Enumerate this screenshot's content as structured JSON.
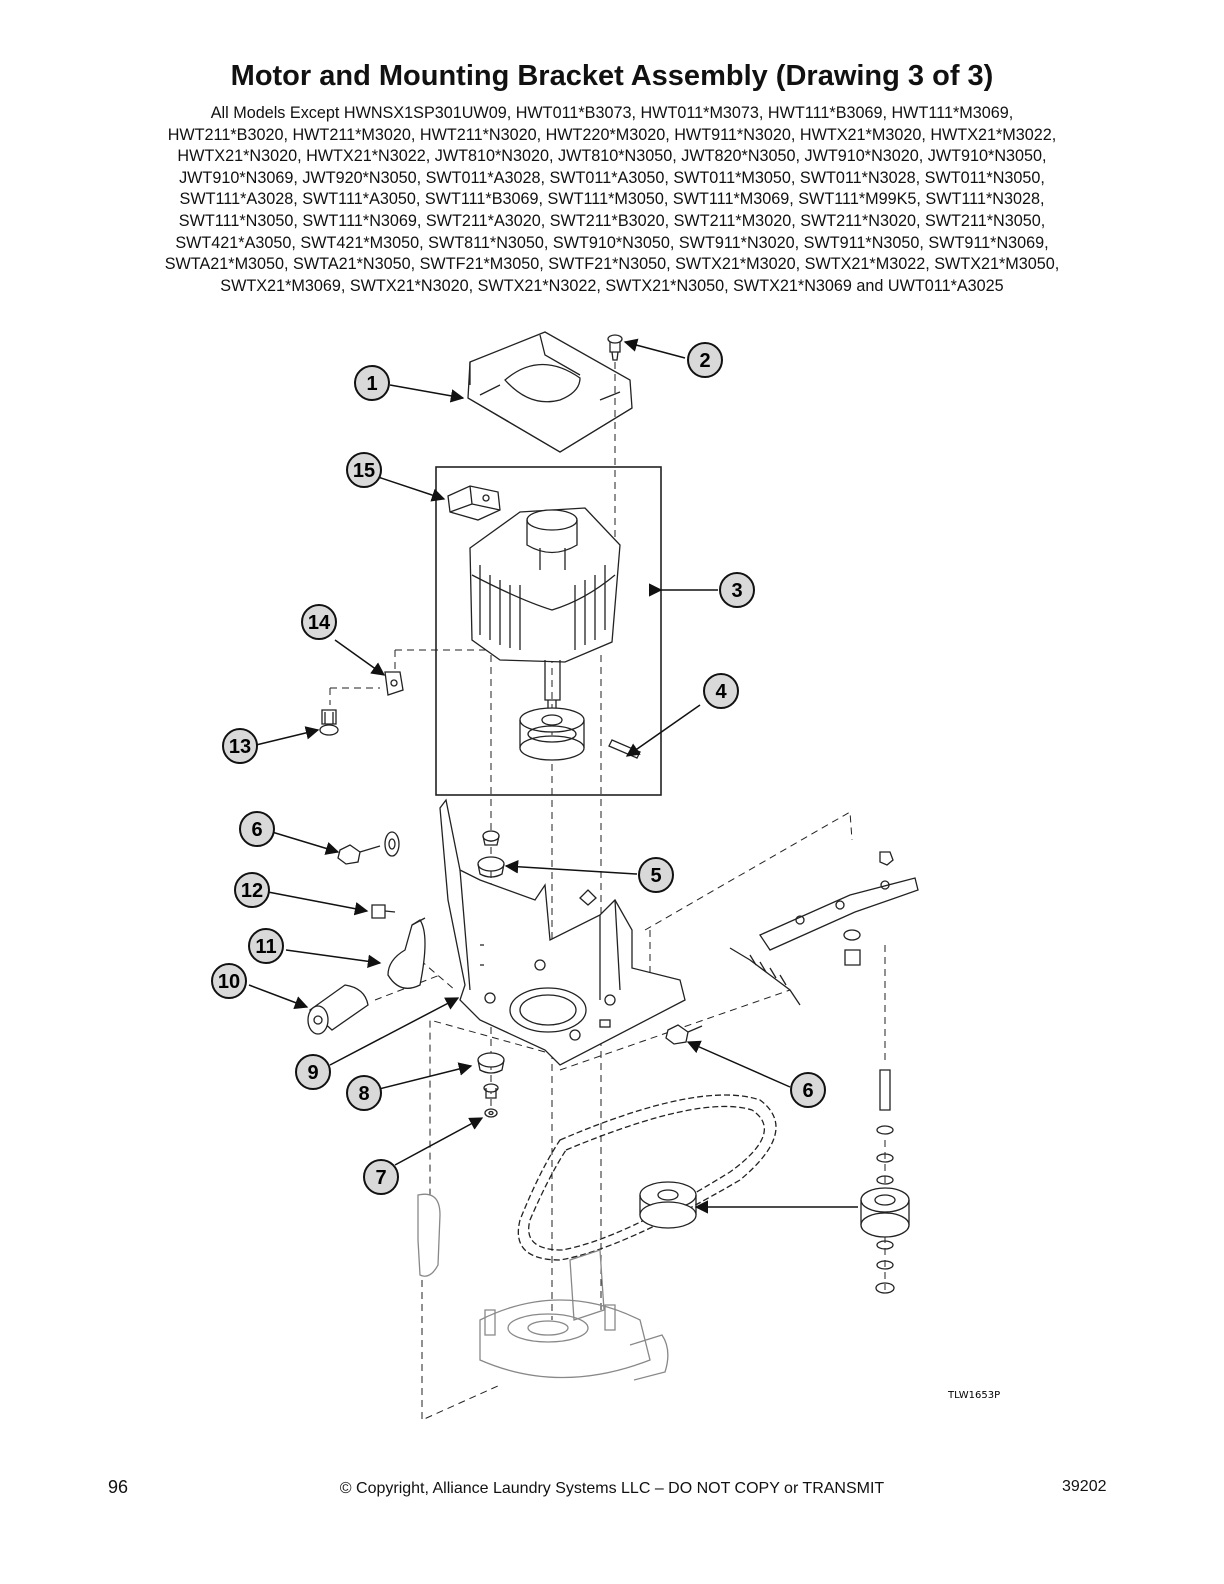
{
  "title": "Motor and Mounting Bracket Assembly (Drawing 3 of 3)",
  "model_lines": [
    "All Models Except HWNSX1SP301UW09, HWT011*B3073, HWT011*M3073, HWT111*B3069, HWT111*M3069,",
    "HWT211*B3020, HWT211*M3020, HWT211*N3020, HWT220*M3020, HWT911*N3020, HWTX21*M3020, HWTX21*M3022,",
    "HWTX21*N3020, HWTX21*N3022, JWT810*N3020, JWT810*N3050, JWT820*N3050, JWT910*N3020, JWT910*N3050,",
    "JWT910*N3069, JWT920*N3050, SWT011*A3028, SWT011*A3050, SWT011*M3050, SWT011*N3028, SWT011*N3050,",
    "SWT111*A3028, SWT111*A3050, SWT111*B3069, SWT111*M3050, SWT111*M3069, SWT111*M99K5, SWT111*N3028,",
    "SWT111*N3050, SWT111*N3069, SWT211*A3020, SWT211*B3020, SWT211*M3020, SWT211*N3020, SWT211*N3050,",
    "SWT421*A3050, SWT421*M3050, SWT811*N3050, SWT910*N3050, SWT911*N3020, SWT911*N3050, SWT911*N3069,",
    "SWTA21*M3050, SWTA21*N3050, SWTF21*M3050, SWTF21*N3050, SWTX21*M3020, SWTX21*M3022, SWTX21*M3050,",
    "SWTX21*M3069, SWTX21*N3020, SWTX21*N3022, SWTX21*N3050, SWTX21*N3069 and UWT011*A3025"
  ],
  "callouts": [
    "1",
    "2",
    "3",
    "4",
    "5",
    "6",
    "6",
    "7",
    "8",
    "9",
    "10",
    "11",
    "12",
    "13",
    "14",
    "15"
  ],
  "drawing_code": "TLW1653P",
  "footer": {
    "page_number": "96",
    "copyright": "© Copyright, Alliance Laundry Systems LLC – DO NOT COPY or TRANSMIT",
    "doc_number": "39202"
  }
}
